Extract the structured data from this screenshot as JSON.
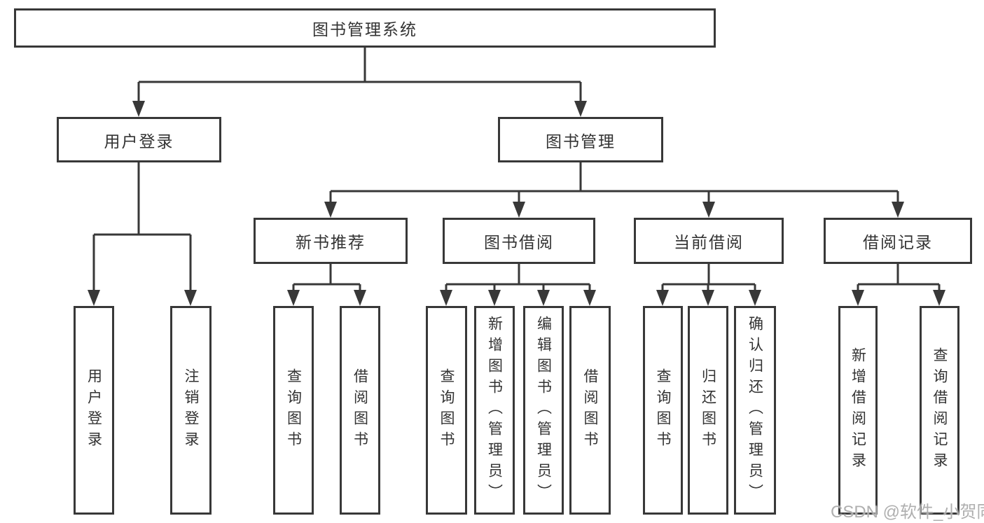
{
  "title": "图书管理系统",
  "level2": [
    {
      "id": "user-login",
      "label": "用户登录"
    },
    {
      "id": "book-management",
      "label": "图书管理"
    }
  ],
  "level3": [
    {
      "id": "new-book-recommend",
      "label": "新书推荐"
    },
    {
      "id": "book-borrow",
      "label": "图书借阅"
    },
    {
      "id": "current-borrow",
      "label": "当前借阅"
    },
    {
      "id": "borrow-records",
      "label": "借阅记录"
    }
  ],
  "leaves": [
    {
      "id": "user-login-leaf",
      "parent": "user-login",
      "label": "用户登录"
    },
    {
      "id": "logout",
      "parent": "user-login",
      "label": "注销登录"
    },
    {
      "id": "recommend-query-books",
      "parent": "new-book-recommend",
      "label": "查询图书"
    },
    {
      "id": "recommend-borrow-books",
      "parent": "new-book-recommend",
      "label": "借阅图书"
    },
    {
      "id": "borrow-query-books",
      "parent": "book-borrow",
      "label": "查询图书"
    },
    {
      "id": "borrow-add-books",
      "parent": "book-borrow",
      "label": "新增图书（管理员）"
    },
    {
      "id": "borrow-edit-books",
      "parent": "book-borrow",
      "label": "编辑图书（管理员）"
    },
    {
      "id": "borrow-borrow-books",
      "parent": "book-borrow",
      "label": "借阅图书"
    },
    {
      "id": "current-query-books",
      "parent": "current-borrow",
      "label": "查询图书"
    },
    {
      "id": "current-return-books",
      "parent": "current-borrow",
      "label": "归还图书"
    },
    {
      "id": "current-confirm-return",
      "parent": "current-borrow",
      "label": "确认归还（管理员）"
    },
    {
      "id": "records-add-record",
      "parent": "borrow-records",
      "label": "新增借阅记录"
    },
    {
      "id": "records-query-record",
      "parent": "borrow-records",
      "label": "查询借阅记录"
    }
  ],
  "watermark": {
    "text": "CSDN @软件_小贺同学",
    "color": "#a8a8a8"
  },
  "colors": {
    "line": "#383838",
    "text": "#333333",
    "background": "#ffffff"
  }
}
